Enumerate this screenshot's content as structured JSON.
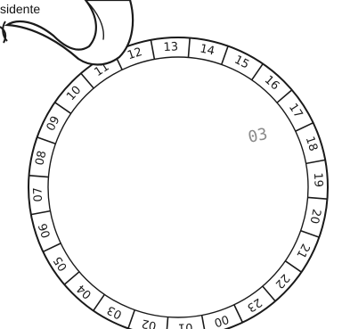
{
  "overlay": {
    "text": "sidente"
  },
  "dial": {
    "tick_labels": [
      "12",
      "13",
      "14",
      "15",
      "16",
      "17",
      "18",
      "19",
      "20",
      "21",
      "22",
      "23",
      "00",
      "01",
      "02",
      "03",
      "04",
      "05",
      "06",
      "07",
      "08",
      "09",
      "10",
      "11"
    ],
    "center_mark": "03"
  },
  "colors": {
    "ink": "#1a1a1a",
    "paper": "#ffffff",
    "faded": "#8a8a8a"
  }
}
